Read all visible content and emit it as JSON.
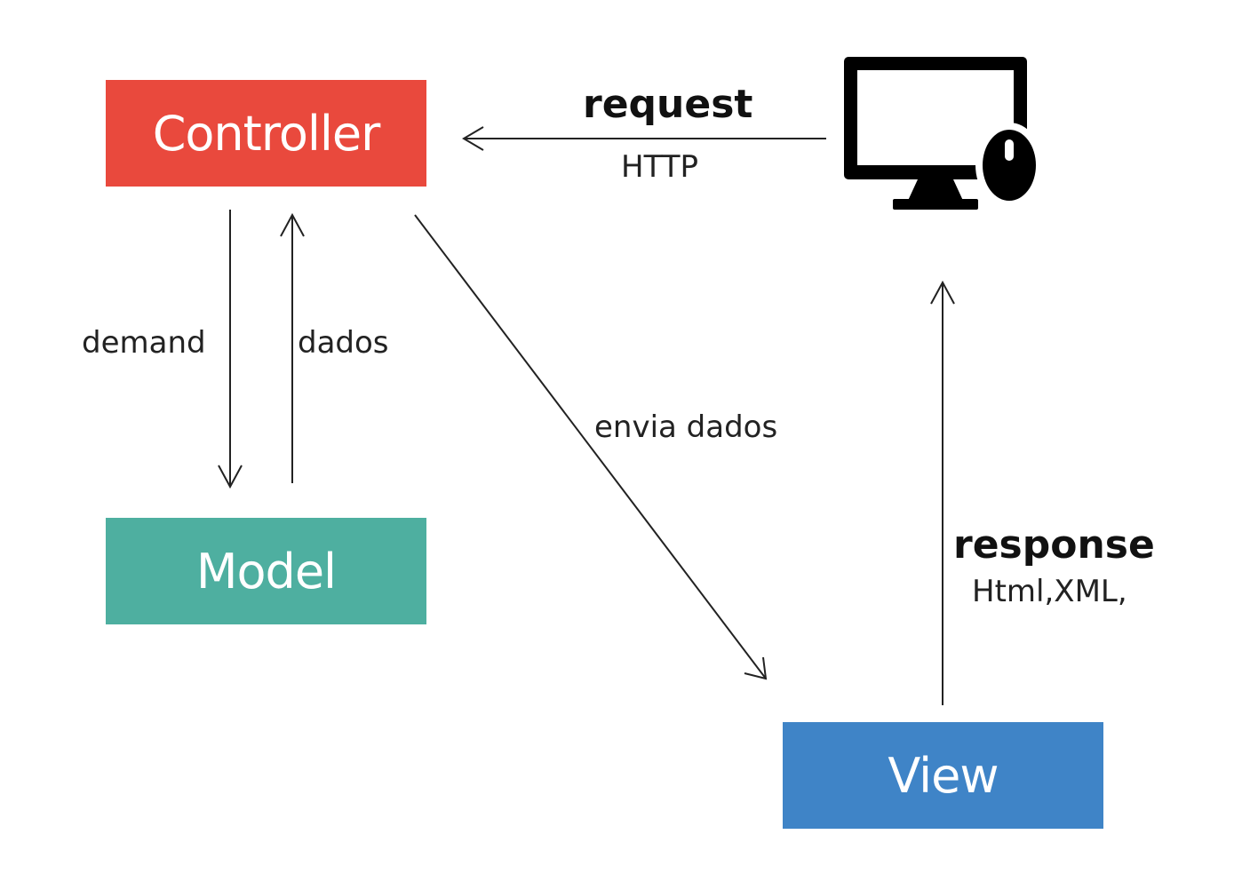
{
  "nodes": {
    "controller": {
      "label": "Controller",
      "color": "#e9493d"
    },
    "model": {
      "label": "Model",
      "color": "#4eafa0"
    },
    "view": {
      "label": "View",
      "color": "#3f84c7"
    }
  },
  "edges": {
    "request": {
      "label": "request",
      "sublabel": "HTTP"
    },
    "demand": {
      "label": "demand"
    },
    "dados": {
      "label": "dados"
    },
    "envia_dados": {
      "label": "envia dados"
    },
    "response": {
      "label": "response",
      "sublabel": "Html,XML,"
    }
  },
  "icons": {
    "client": "computer-icon"
  }
}
